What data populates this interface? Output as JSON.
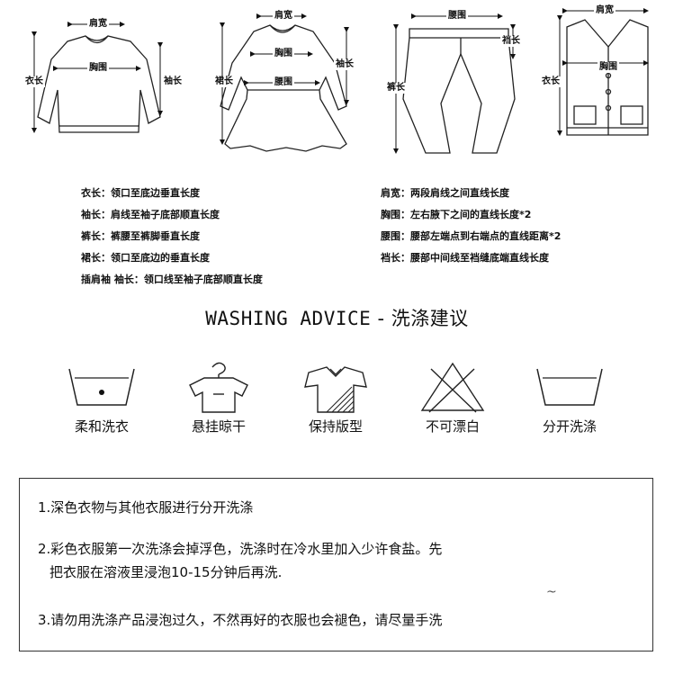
{
  "measure_diagrams": {
    "sweater": {
      "shoulder": "肩宽",
      "chest": "胸围",
      "length": "衣长",
      "sleeve": "袖长"
    },
    "dress": {
      "shoulder": "肩宽",
      "chest": "胸围",
      "waist": "腰围",
      "skirt_length": "裙长",
      "sleeve": "袖长"
    },
    "pants": {
      "waist": "腰围",
      "rise": "裆长",
      "pants_length": "裤长"
    },
    "vest": {
      "shoulder": "肩宽",
      "chest": "胸围",
      "length": "衣长"
    }
  },
  "definitions_left": [
    "衣长：领口至底边垂直长度",
    "袖长：肩线至袖子底部顺直长度",
    "裤长：裤腰至裤脚垂直长度",
    "裙长：领口至底边的垂直长度",
    "插肩袖 袖长：领口线至袖子底部顺直长度"
  ],
  "definitions_right": [
    "肩宽：两段肩线之间直线长度",
    "胸围：左右腋下之间的直线长度*2",
    "腰围：腰部左端点到右端点的直线距离*2",
    "裆长：腰部中间线至裆缝底端直线长度"
  ],
  "section_title": {
    "en": "WASHING ADVICE",
    "sep": " - ",
    "zh": "洗涤建议"
  },
  "care_icons": [
    {
      "icon": "gentle-wash-icon",
      "label": "柔和洗衣"
    },
    {
      "icon": "hang-dry-icon",
      "label": "悬挂晾干"
    },
    {
      "icon": "keep-shape-icon",
      "label": "保持版型"
    },
    {
      "icon": "no-bleach-icon",
      "label": "不可漂白"
    },
    {
      "icon": "wash-separately-icon",
      "label": "分开洗涤"
    }
  ],
  "advice": {
    "item1": "1.深色衣物与其他衣服进行分开洗涤",
    "item2_line1": "2.彩色衣服第一次洗涤会掉浮色，洗涤时在冷水里加入少许食盐。先",
    "item2_line2": "把衣服在溶液里浸泡10-15分钟后再洗.",
    "mark": "~",
    "item3": "3.请勿用洗涤产品浸泡过久，不然再好的衣服也会褪色，请尽量手洗"
  }
}
